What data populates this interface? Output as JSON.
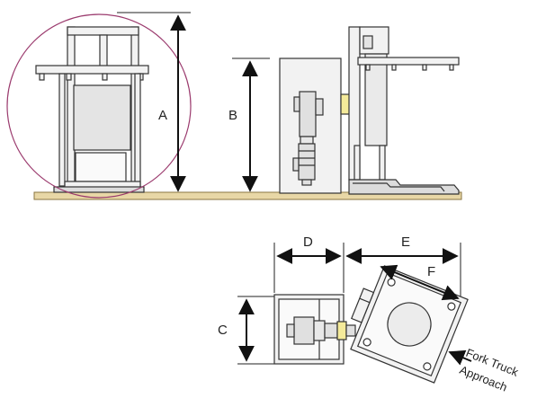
{
  "labels": {
    "a": "A",
    "b": "B",
    "c": "C",
    "d": "D",
    "e": "E",
    "f": "F"
  },
  "note": {
    "line1": "Fork Truck",
    "line2": "Approach"
  },
  "colors": {
    "line": "#222222",
    "floor": "#e8d7a6",
    "floor_edge": "#8a7440",
    "arc": "#9b3b6e",
    "accent": "#f4ea9a",
    "panel": "#f2f2f2",
    "dark_panel": "#dcdcdc"
  }
}
